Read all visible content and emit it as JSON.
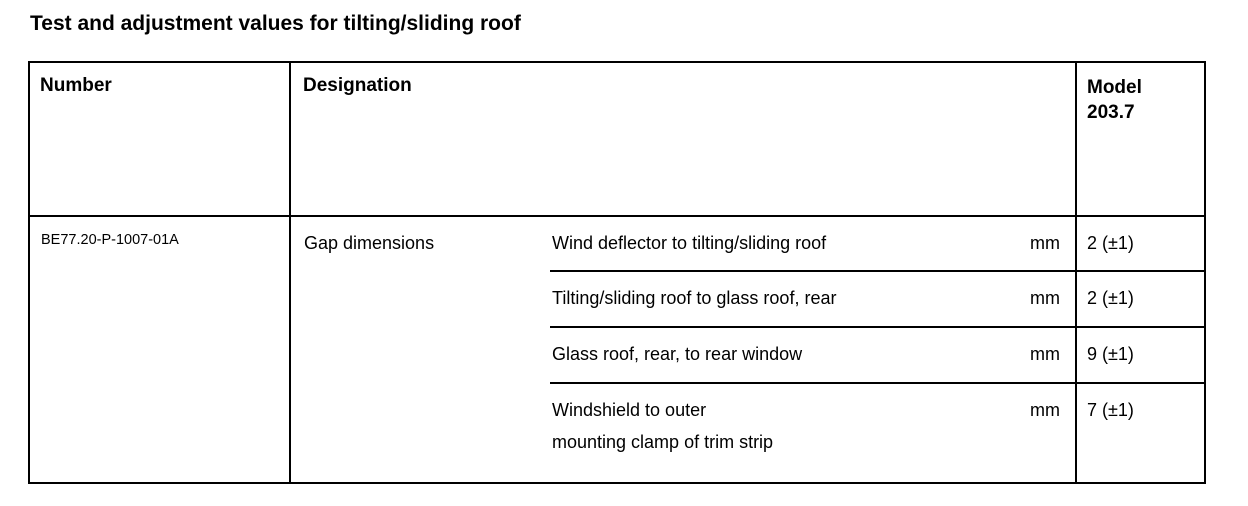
{
  "page": {
    "title": "Test and adjustment values for tilting/sliding roof"
  },
  "table": {
    "header": {
      "number": "Number",
      "designation": "Designation",
      "model_line1": "Model",
      "model_line2": "203.7"
    },
    "row": {
      "number": "BE77.20-P-1007-01A",
      "designation": "Gap dimensions",
      "entries": [
        {
          "description": "Wind deflector to tilting/sliding roof",
          "description_line2": "",
          "unit": "mm",
          "value": "2 (±1)"
        },
        {
          "description": "Tilting/sliding roof to glass roof, rear",
          "description_line2": "",
          "unit": "mm",
          "value": "2 (±1)"
        },
        {
          "description": "Glass roof, rear, to rear window",
          "description_line2": "",
          "unit": "mm",
          "value": "9 (±1)"
        },
        {
          "description": "Windshield to outer",
          "description_line2": "mounting clamp of trim strip",
          "unit": "mm",
          "value": "7 (±1)"
        }
      ]
    }
  }
}
